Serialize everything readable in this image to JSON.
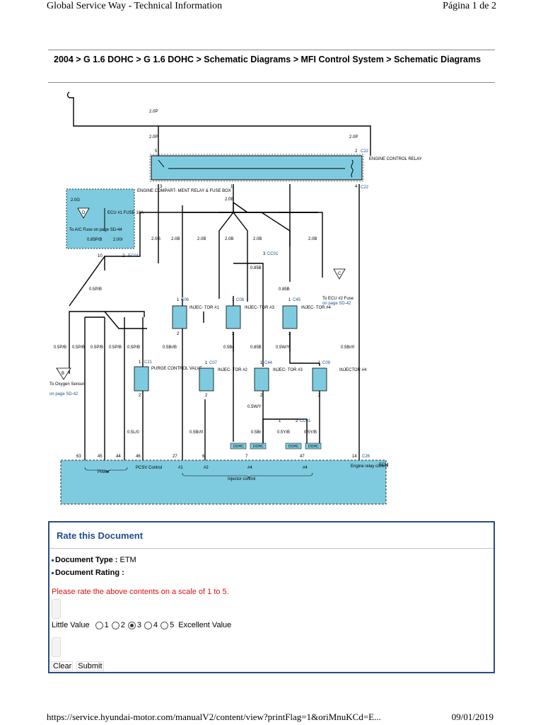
{
  "header": {
    "title": "Global Service Way - Technical Information",
    "page": "Página 1 de 2"
  },
  "breadcrumb": "2004 > G 1.6 DOHC > G 1.6 DOHC > Schematic Diagrams > MFI Control System > Schematic Diagrams",
  "diagram": {
    "wire_labels": {
      "main": "2.0P",
      "left": "2.0P",
      "right": "2.0P",
      "left_b": "2.0G",
      "mid": "2.0B",
      "l1": "2.0G",
      "l2": "2.0B",
      "l3": "2.0B",
      "l4": "2.0B",
      "l5": "2.0B",
      "l6": "2.0B",
      "pb1": "0.85P/B",
      "pb2": "2.00r",
      "ecu": "0.5P/B",
      "c3": "0.85B",
      "c4": "0.85B",
      "i1": "0.5Br/B",
      "i2": "0.5Br",
      "i3": "0.85B",
      "i4": "0.5W/Y",
      "i5": "0.5Br/0",
      "pl1": "0.5P/B",
      "pl2": "0.5P/B",
      "pl3": "0.5P/B",
      "pl4": "0.5P/B",
      "pl5": "0.5P/B",
      "pcv": "0.5L/0",
      "b1": "0.5Br/0",
      "b2": "0.5Br",
      "b3": "0.5Y/B",
      "b4": "0.5Y/B",
      "b5": "0.5W/Y"
    },
    "relay": {
      "label": "ENGINE CONTROL RELAY",
      "c_top": "C22",
      "c_bot": "C22",
      "p5": "5",
      "p2": "2",
      "p3": "3",
      "p1": "1",
      "p4": "4"
    },
    "fusebox": {
      "label": "ENGINE COMPART- MENT RELAY & FUSE BOX",
      "fuse": "ECU #1 FUSE 10A",
      "d": "D",
      "note": "To A/C Fuse on page SD-44",
      "conn": "EC01",
      "p10": "10",
      "p2": "2"
    },
    "injectors": [
      {
        "label": "INJEC- TOR #1",
        "c": "C06",
        "p1": "1",
        "p2": "2"
      },
      {
        "label": "INJEC- TOR #3",
        "c": "C08",
        "p1": "1",
        "p2": "2"
      },
      {
        "label": "INJEC- TOR #4",
        "c": "C45",
        "p1": "1",
        "p2": "2"
      },
      {
        "label": "INJEC- TOR #2",
        "c": "C07",
        "p1": "1",
        "p2": "2"
      },
      {
        "label": "INJEC- TOR #3",
        "c": "C44",
        "p1": "1",
        "p2": "2"
      },
      {
        "label": "INJECTOR #4",
        "c": "C09",
        "p1": "1",
        "p2": "2"
      }
    ],
    "purge": {
      "label": "PURGE CONTROL VALVE",
      "c": "C21",
      "p1": "1",
      "p2": "2"
    },
    "cc01": {
      "conn": "CC01",
      "p3": "3",
      "p1": "1",
      "p2": "2",
      "conn2": "CC01"
    },
    "offpage": {
      "c": "C",
      "c_note": "To ECU #2 Fuse",
      "c_page": "on page SD-42",
      "b": "B",
      "b_note": "To Oxygen Sensor",
      "b_page": "on page SD-42"
    },
    "dohc": [
      "DOHC",
      "DOHC",
      "DOHC",
      "DOHC"
    ],
    "ecm": {
      "label": "ECM",
      "conn": "C26",
      "pins": [
        "63",
        "45",
        "44",
        "46",
        "27",
        "6",
        "7",
        "47",
        "14"
      ],
      "names": {
        "power": "Power",
        "pcsv": "PCSV Control",
        "n1": "#1",
        "n2": "#2",
        "n3": "#4",
        "n4": "#4",
        "injector": "Injector control",
        "relay": "Engine relay control"
      }
    }
  },
  "rating": {
    "title": "Rate this Document",
    "doc_type_label": "Document Type :",
    "doc_type_value": "ETM",
    "doc_rating_label": "Document Rating :",
    "instruction": "Please rate the above contents on a scale of 1 to 5.",
    "low_label": "Little Value",
    "high_label": "Excellent Value",
    "options": [
      "1",
      "2",
      "3",
      "4",
      "5"
    ],
    "selected": "3",
    "clear_label": "Clear",
    "submit_label": "Submit"
  },
  "footer": {
    "url": "https://service.hyundai-motor.com/manualV2/content/view?printFlag=1&oriMnuKCd=E...",
    "date": "09/01/2019"
  },
  "colors": {
    "accent": "#1f4e8c",
    "component_fill": "#7ecbe0",
    "warning": "#e01010"
  }
}
